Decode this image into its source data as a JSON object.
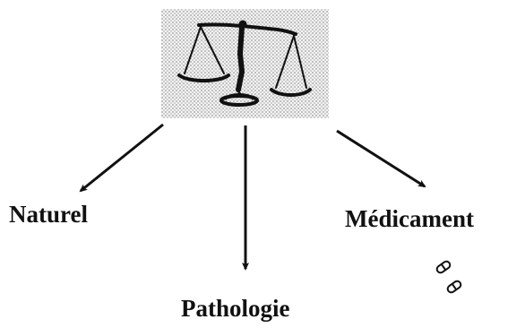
{
  "diagram": {
    "nodes": {
      "left": "Naturel",
      "right": "Médicament",
      "bottom": "Pathologie"
    },
    "center_icon": "balance-scale-icon",
    "small_icon": "pill-capsules-icon",
    "colors": {
      "ink": "#111111",
      "halftone": "#c9c9c9",
      "background": "#ffffff"
    }
  }
}
